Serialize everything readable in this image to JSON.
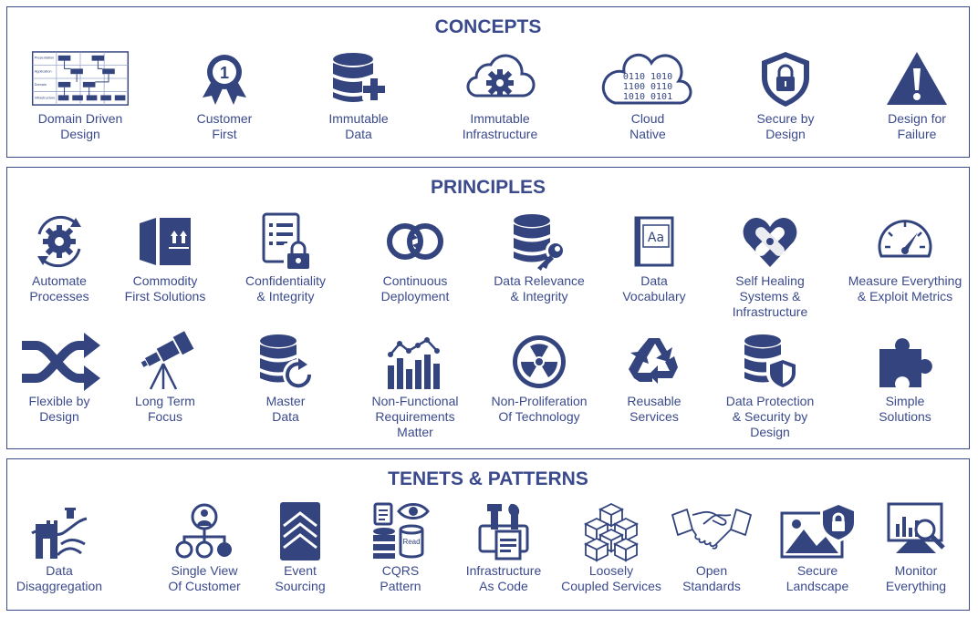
{
  "sections": {
    "concepts": {
      "title": "CONCEPTS",
      "items": [
        {
          "label": "Domain Driven\nDesign",
          "icon": "layered-architecture-diagram-icon",
          "layer_labels": [
            "Presentation",
            "Application",
            "Domain",
            "Infrastructure"
          ]
        },
        {
          "label": "Customer\nFirst",
          "icon": "award-ribbon-icon",
          "badge": "1"
        },
        {
          "label": "Immutable\nData",
          "icon": "database-plus-icon"
        },
        {
          "label": "Immutable\nInfrastructure",
          "icon": "cloud-gear-icon"
        },
        {
          "label": "Cloud\nNative",
          "icon": "cloud-binary-icon",
          "binary": [
            "0110 1010",
            "1100 0110",
            "1010 0101"
          ]
        },
        {
          "label": "Secure by\nDesign",
          "icon": "shield-lock-icon"
        },
        {
          "label": "Design for\nFailure",
          "icon": "warning-triangle-icon"
        }
      ]
    },
    "principles": {
      "title": "PRINCIPLES",
      "items": [
        {
          "label": "Automate\nProcesses",
          "icon": "gear-cycle-icon"
        },
        {
          "label": "Commodity\nFirst Solutions",
          "icon": "shipping-box-icon"
        },
        {
          "label": "Confidentiality\n& Integrity",
          "icon": "document-lock-icon"
        },
        {
          "label": "Continuous\nDeployment",
          "icon": "linked-loop-icon"
        },
        {
          "label": "Data Relevance\n& Integrity",
          "icon": "database-key-icon"
        },
        {
          "label": "Data\nVocabulary",
          "icon": "dictionary-book-icon",
          "book_text": "Aa"
        },
        {
          "label": "Self Healing\nSystems &\nInfrastructure",
          "icon": "heart-bandage-icon"
        },
        {
          "label": "Measure Everything\n& Exploit Metrics",
          "icon": "speedometer-icon"
        },
        {
          "label": "Flexible by\nDesign",
          "icon": "shuffle-arrows-icon"
        },
        {
          "label": "Long Term\nFocus",
          "icon": "telescope-icon"
        },
        {
          "label": "Master\nData",
          "icon": "database-refresh-icon"
        },
        {
          "label": "Non-Functional\nRequirements\nMatter",
          "icon": "bar-line-chart-icon"
        },
        {
          "label": "Non-Proliferation\nOf Technology",
          "icon": "radiation-icon"
        },
        {
          "label": "Reusable\nServices",
          "icon": "recycle-icon"
        },
        {
          "label": "Data Protection\n& Security by\nDesign",
          "icon": "database-shield-icon"
        },
        {
          "label": "Simple\nSolutions",
          "icon": "puzzle-piece-icon"
        }
      ]
    },
    "tenets": {
      "title": "TENETS & PATTERNS",
      "items": [
        {
          "label": "Data\nDisaggregation",
          "icon": "great-wall-icon"
        },
        {
          "label": "Single View\nOf Customer",
          "icon": "customer-hierarchy-icon"
        },
        {
          "label": "Event\nSourcing",
          "icon": "chevron-stack-icon"
        },
        {
          "label": "CQRS\nPattern",
          "icon": "command-query-icon",
          "read_text": "Read"
        },
        {
          "label": "Infrastructure\nAs Code",
          "icon": "tools-document-icon"
        },
        {
          "label": "Loosely\nCoupled Services",
          "icon": "cube-cluster-icon"
        },
        {
          "label": "Open\nStandards",
          "icon": "handshake-icon"
        },
        {
          "label": "Secure\nLandscape",
          "icon": "landscape-shield-icon"
        },
        {
          "label": "Monitor\nEverything",
          "icon": "monitor-magnifier-icon"
        }
      ]
    }
  }
}
